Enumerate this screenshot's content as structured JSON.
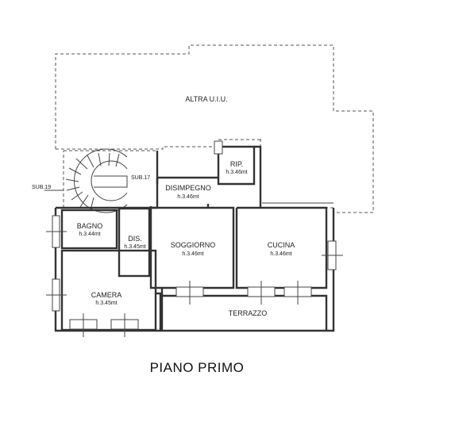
{
  "title": "PIANO PRIMO",
  "labels": {
    "altra": "ALTRA U.I.U.",
    "sub17": "SUB.17",
    "sub19": "SUB.19",
    "rip": {
      "name": "RIP.",
      "height": "h.3.46mt"
    },
    "disimpegno": {
      "name": "DISIMPEGNO",
      "height": "h.3.46mt"
    },
    "bagno": {
      "name": "BAGNO",
      "height": "h.3.44mt"
    },
    "dis": {
      "name": "DIS.",
      "height": "h.3.45mt"
    },
    "soggiorno": {
      "name": "SOGGIORNO",
      "height": "h.3.46mt"
    },
    "cucina": {
      "name": "CUCINA",
      "height": "h.3.46mt"
    },
    "camera": {
      "name": "CAMERA",
      "height": "h.3.45mt"
    },
    "terrazzo": "TERRAZZO"
  }
}
